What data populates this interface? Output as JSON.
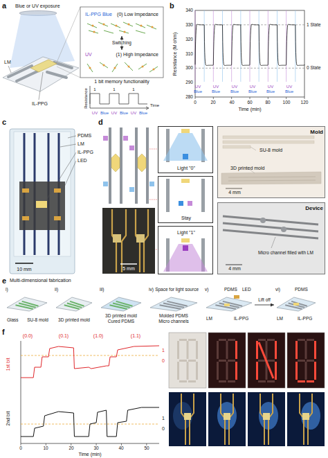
{
  "diagram": {
    "nodes": [
      {
        "text": [
          "IL-PPG Blue",
          "(0) Low Impedance"
        ]
      },
      {
        "text": [
          "UV",
          "(1) High Impedance"
        ]
      },
      {
        "text": [
          "Light \"0\""
        ]
      },
      {
        "text": [
          "Stay"
        ]
      },
      {
        "text": [
          "Light \"1\""
        ]
      },
      {
        "text": [
          "Mold",
          "SU-8 mold",
          "3D printed mold",
          "4 mm"
        ]
      },
      {
        "text": [
          "Device",
          "Micro channel filled with LM",
          "4 mm"
        ]
      },
      {
        "text": [
          "i)",
          "Glass",
          "SU-8 mold"
        ]
      },
      {
        "text": [
          "ii)",
          "3D printed mold"
        ]
      },
      {
        "text": [
          "iii)",
          "3D printed mold",
          "Cured PDMS"
        ]
      },
      {
        "text": [
          "iv)",
          "Space for light source",
          "Molded PDMS",
          "Micro channels"
        ]
      },
      {
        "text": [
          "v)",
          "PDMS",
          "LED",
          "LM",
          "IL-PPG"
        ]
      },
      {
        "text": [
          "vi)",
          "PDMS",
          "LM",
          "IL-PPG"
        ]
      }
    ],
    "edges": [
      {
        "from": 0,
        "to": 1,
        "label": "Switching",
        "arrow": "both"
      },
      {
        "from": 11,
        "to": 12,
        "label": "Lift off",
        "arrow": "to"
      }
    ],
    "labels": [
      "a",
      "Blue or UV exposure",
      "LM",
      "IL-PPG",
      "1 bit memory functionality",
      "Resistance",
      "Time",
      "UV",
      "Blue",
      "UV",
      "Blue",
      "UV",
      "Blue",
      "1",
      "1",
      "1",
      "b",
      "Resistance (M ohm)",
      "340",
      "330",
      "320",
      "310",
      "300",
      "290",
      "280",
      "1 State",
      "0 State",
      "0",
      "20",
      "40",
      "60",
      "80",
      "100",
      "120",
      "Time (min)",
      "UV",
      "Blue",
      "UV",
      "Blue",
      "UV",
      "Blue",
      "UV",
      "Blue",
      "UV",
      "Blue",
      "UV",
      "Blue",
      "c",
      "PDMS",
      "LM",
      "IL-PPG",
      "LED",
      "10 mm",
      "d",
      "5 mm",
      "e",
      "Multi-dimensional fabrication",
      "f",
      "(0.0)",
      "(0.1)",
      "(1.0)",
      "(1.1)",
      "1st bit",
      "2nd bit",
      "1",
      "0",
      "1",
      "0",
      "0",
      "10",
      "20",
      "30",
      "40",
      "50",
      "Time (min)"
    ]
  }
}
